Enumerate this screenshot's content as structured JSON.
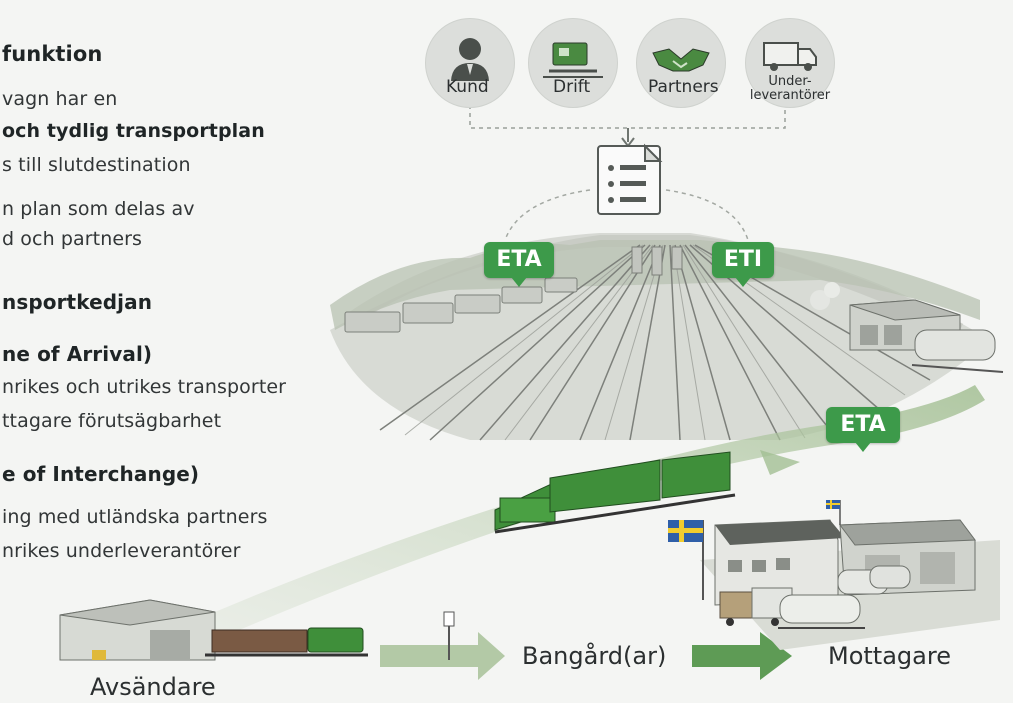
{
  "left_panel": {
    "heading_function": "funktion",
    "line1": "vagn har en",
    "line2": "och tydlig transportplan",
    "line3": "s till slutdestination",
    "line4": "n plan som delas av",
    "line5": "d och partners",
    "heading_chain": "nsportkedjan",
    "eta_heading": "ne of Arrival)",
    "eta_line1": "nrikes och utrikes transporter",
    "eta_line2": "ttagare förutsägbarhet",
    "eti_heading": "e of Interchange)",
    "eti_line1": "ing med utländska partners",
    "eti_line2": "nrikes underleverantörer"
  },
  "stakeholders": {
    "kund": "Kund",
    "drift": "Drift",
    "partners": "Partners",
    "under_line1": "Under-",
    "under_line2": "leverantörer"
  },
  "badges": {
    "eta_left": "ETA",
    "eti": "ETI",
    "eta_right": "ETA"
  },
  "flow": {
    "sender": "Avsändare",
    "yard": "Bangård(ar)",
    "receiver": "Mottagare"
  },
  "colors": {
    "accent_green": "#3d9a4a",
    "wagon_green": "#3f8f3a",
    "arrow_green": "#a9c19b"
  }
}
